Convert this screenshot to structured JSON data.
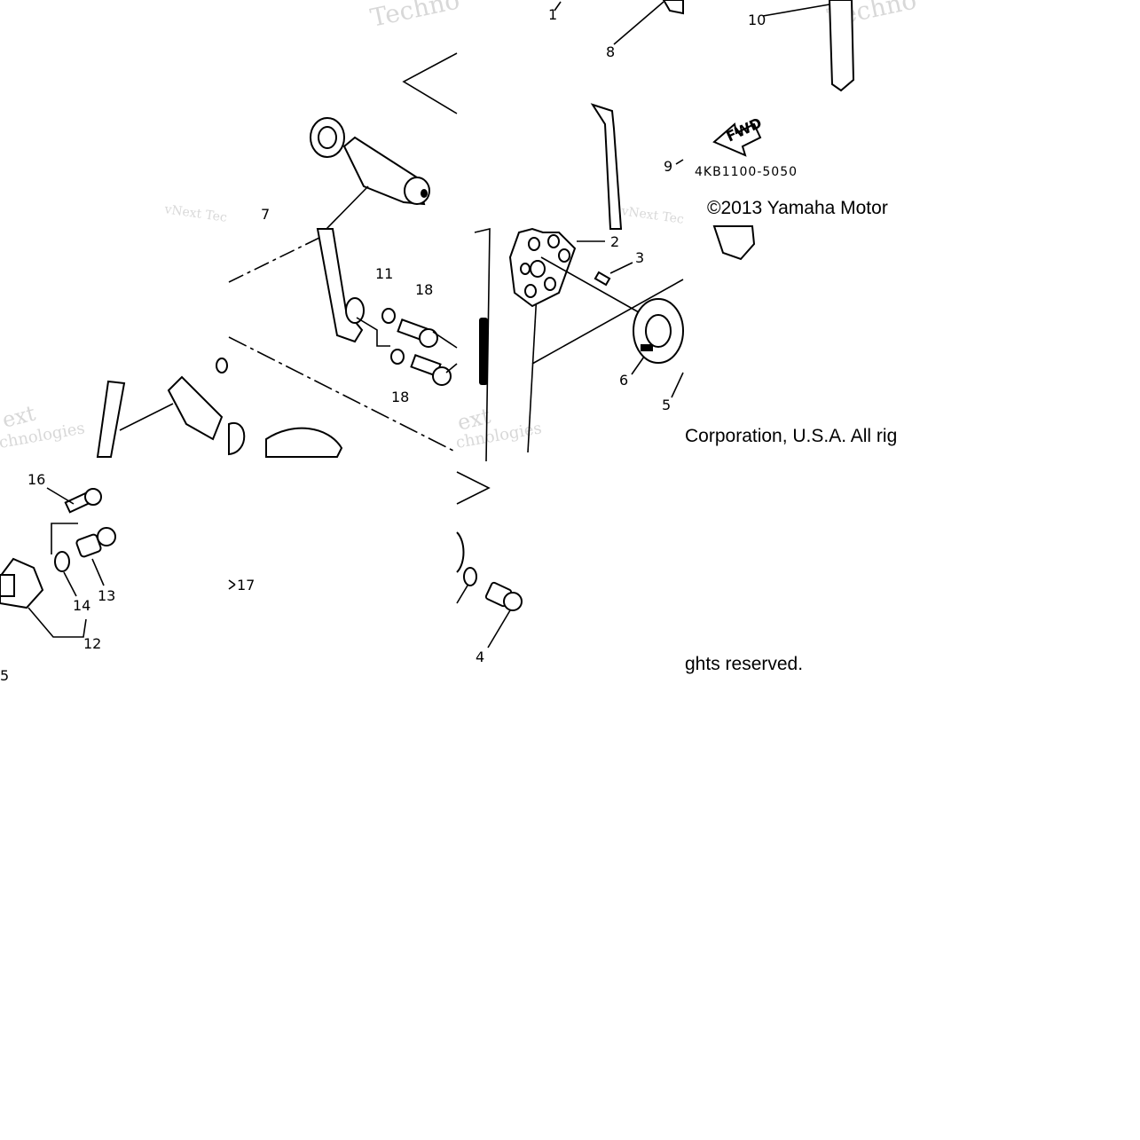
{
  "copyright": {
    "line1": "©2013 Yamaha Motor",
    "line2": "Corporation, U.S.A. All rig",
    "line3": "ghts reserved."
  },
  "diagram_code": "4KB1100-5050",
  "fwd_label": "FWD",
  "watermarks": [
    "Techno",
    "vNext Tec",
    "vNext Tec",
    "Techno",
    "ext",
    "chnologies",
    "chnologies",
    "ext"
  ],
  "callouts": [
    "1",
    "8",
    "10",
    "9",
    "7",
    "11",
    "18",
    "18",
    "2",
    "3",
    "6",
    "5",
    "16",
    "13",
    "14",
    "12",
    "5",
    "17",
    "4"
  ]
}
